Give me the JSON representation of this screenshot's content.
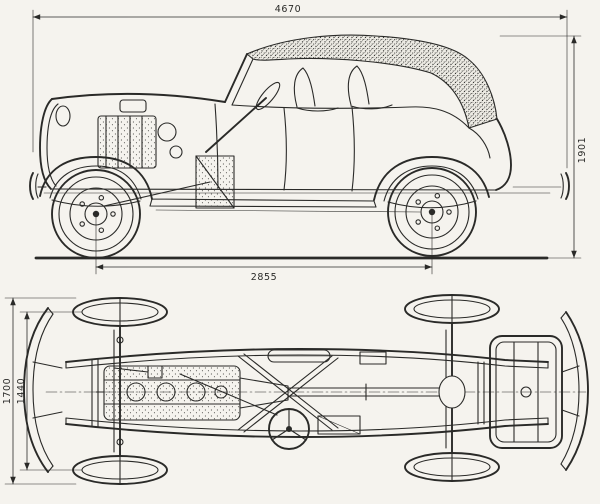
{
  "colors": {
    "line": "#2a2a28",
    "background": "#f5f3ee"
  },
  "dimensions": {
    "overall_length": "4670",
    "overall_height": "1901",
    "wheelbase": "2855",
    "overall_width": "1700",
    "track_width": "1440"
  }
}
